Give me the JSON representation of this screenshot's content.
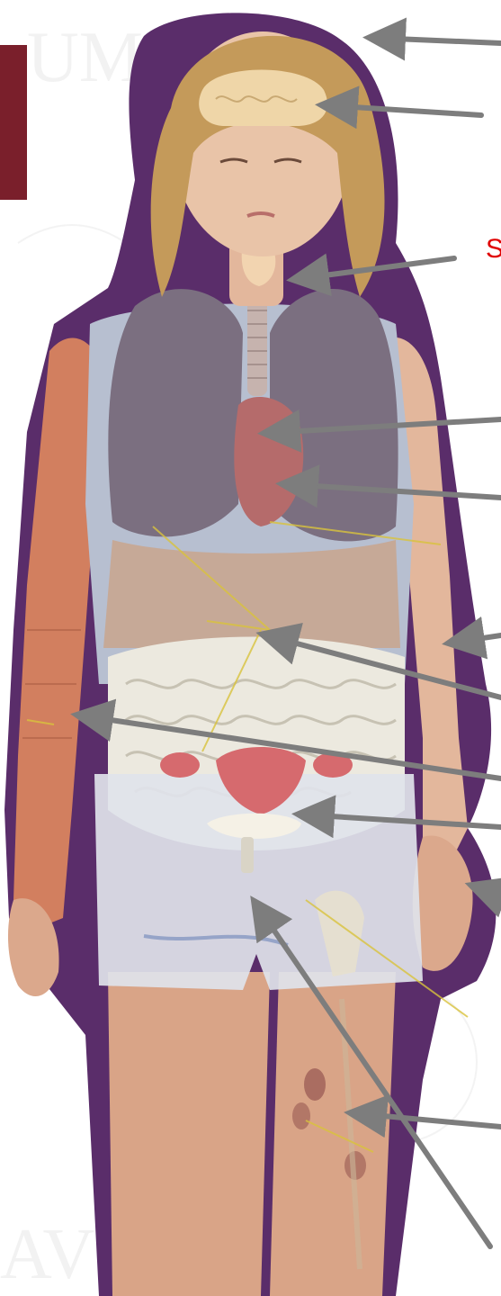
{
  "diagram": {
    "partial_label_letter": "S",
    "colors": {
      "background": "#ffffff",
      "side_block": "#7a1f2b",
      "arrow": "#7d7d7d",
      "label_text": "#e00000",
      "skin": "#e3b79c",
      "hair": "#c49a5a",
      "lungs": "#7b6f80",
      "shorts": "#dfe3ea",
      "brain": "#efd6a8",
      "thyroid": "#f2d4b0",
      "intestines": "#ece9df",
      "reproductive": "#d66a6e",
      "bone": "#e8e0cc",
      "muscle": "#d27f5f",
      "outline": "#5a2d6a"
    },
    "callouts": [
      {
        "id": "hair",
        "target": "hair"
      },
      {
        "id": "brain",
        "target": "brain"
      },
      {
        "id": "thyroid",
        "target": "thyroid"
      },
      {
        "id": "heart",
        "target": "heart"
      },
      {
        "id": "heart-lower",
        "target": "heart"
      },
      {
        "id": "arm-right",
        "target": "forearm"
      },
      {
        "id": "abdomen",
        "target": "abdomen"
      },
      {
        "id": "arm-left",
        "target": "arm muscle"
      },
      {
        "id": "uterus",
        "target": "uterus"
      },
      {
        "id": "hand",
        "target": "hand"
      },
      {
        "id": "leg",
        "target": "leg"
      },
      {
        "id": "bladder",
        "target": "bladder"
      }
    ]
  }
}
